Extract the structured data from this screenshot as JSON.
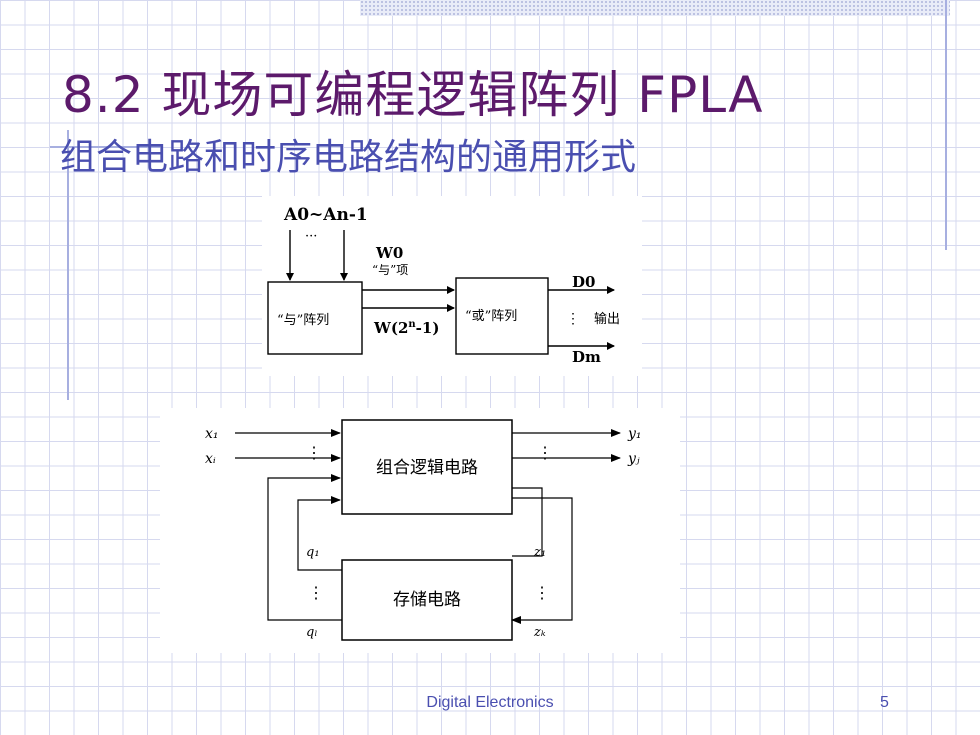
{
  "slide": {
    "title": "8.2 现场可编程逻辑阵列 FPLA",
    "subtitle": "组合电路和时序电路结构的通用形式",
    "footer": "Digital Electronics",
    "page_number": "5"
  },
  "diagram1": {
    "inputs_label": "A0~An-1",
    "dots": "···",
    "and_array": "“与”阵列",
    "or_array": "“或”阵列",
    "w0": "W0",
    "and_term": "“与”项",
    "w_last_prefix": "W(2",
    "w_last_sup": "n",
    "w_last_suffix": "-1)",
    "d0": "D0",
    "dm": "Dm",
    "output": "输出",
    "vdots": "⋮"
  },
  "diagram2": {
    "x1": "x₁",
    "xi": "xᵢ",
    "y1": "y₁",
    "yj": "yⱼ",
    "q1": "q₁",
    "ql": "qₗ",
    "z1": "z₁",
    "zk": "zₖ",
    "comb_block": "组合逻辑电路",
    "mem_block": "存储电路",
    "vdots": "⋮"
  },
  "colors": {
    "title": "#5c1a6b",
    "subtitle": "#4a4fb0",
    "grid": "#d6d9ef",
    "accent_line": "#a7afe0"
  }
}
